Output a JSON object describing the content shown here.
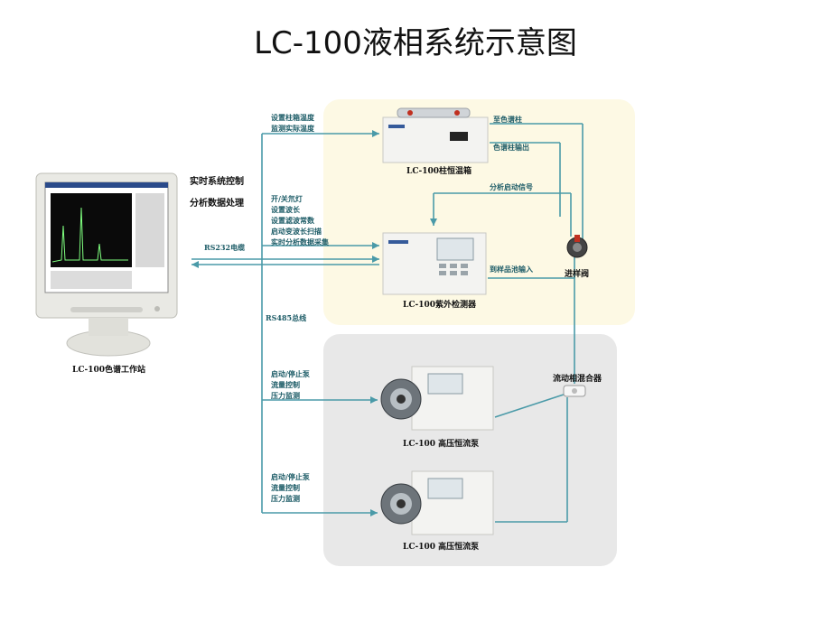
{
  "title": "LC-100液相系统示意图",
  "workstation": {
    "caption": "LC-100色谱工作站"
  },
  "functions": {
    "line1": "实时系统控制",
    "line2": "分析数据处理"
  },
  "oven": {
    "caption": "LC-100柱恒温箱",
    "commands": [
      "设置柱箱温度",
      "监测实际温度"
    ],
    "to_column": "至色谱柱",
    "column_out": "色谱柱输出"
  },
  "detector": {
    "caption": "LC-100紫外检测器",
    "commands": [
      "开/关氘灯",
      "设置波长",
      "设置滤波常数",
      "启动变波长扫描",
      "实时分析数据采集"
    ],
    "start_signal": "分析启动信号",
    "sample_in": "到样品池输入"
  },
  "links": {
    "rs232": "RS232电缆",
    "rs485": "RS485总线"
  },
  "injector": {
    "caption": "进样阀"
  },
  "mixer": {
    "caption": "流动相混合器"
  },
  "pump1": {
    "caption": "LC-100 高压恒流泵",
    "commands": [
      "启动/停止泵",
      "流量控制",
      "压力监测"
    ]
  },
  "pump2": {
    "caption": "LC-100 高压恒流泵",
    "commands": [
      "启动/停止泵",
      "流量控制",
      "压力监测"
    ]
  },
  "colors": {
    "wire": "#4a9aa8",
    "label": "#1d5c67",
    "top_panel": "#fdf9e4",
    "bottom_panel": "#e8e8e8"
  }
}
